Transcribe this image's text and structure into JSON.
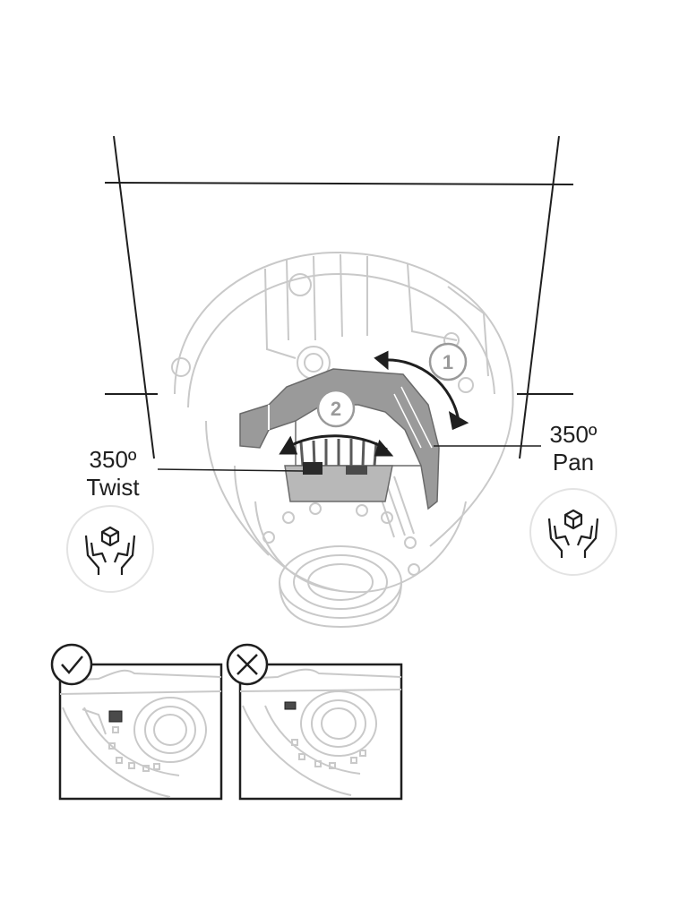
{
  "labels": {
    "twist_angle": "350º",
    "twist_text": "Twist",
    "pan_angle": "350º",
    "pan_text": "Pan"
  },
  "steps": {
    "step1": "1",
    "step2": "2"
  },
  "icons": {
    "handle_care_left": "handle-with-care-icon",
    "handle_care_right": "handle-with-care-icon",
    "correct": "checkmark-icon",
    "incorrect": "cross-icon"
  },
  "colors": {
    "line": "#1f1f1f",
    "device_outline": "#c9c9c9",
    "bracket_fill": "#8a8a8a",
    "step_badge": "#9a9a9a",
    "icon_circle": "#e3e3e3"
  }
}
